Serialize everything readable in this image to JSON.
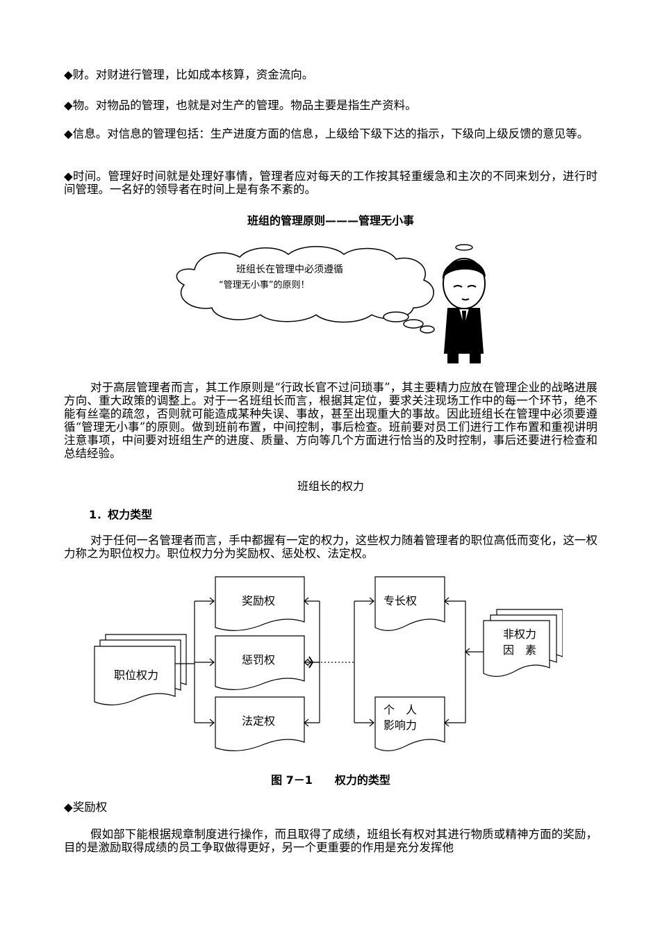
{
  "paragraphs": {
    "p1": "◆财。对财进行管理，比如成本核算，资金流向。",
    "p2": "◆物。对物品的管理，也就是对生产的管理。物品主要是指生产资料。",
    "p3": "◆信息。对信息的管理包括：生产进度方面的信息，上级给下级下达的指示，下级向上级反馈的意见等。",
    "p4": "◆时间。管理好时间就是处理好事情，管理者应对每天的工作按其轻重缓急和主次的不同来划分，进行时间管理。一名好的领导者在时间上是有条不紊的。",
    "p5": "对于高层管理者而言，其工作原则是“行政长官不过问琐事”，其主要精力应放在管理企业的战略进展方向、重大政策的调整上。对于一名班组长而言，根据其定位，要求关注现场工作中的每一个环节，绝不能有丝毫的疏忽，否则就可能造成某种失误、事故，甚至出现重大的事故。因此班组长在管理中必须要遵循“管理无小事”的原则。做到班前布置，中间控制，事后检查。班前要对员工们进行工作布置和重视讲明注意事项，中间要对班组生产的进度、质量、方向等几个方面进行恰当的及时控制，事后还要进行检查和总结经验。",
    "p6": "对于任何一名管理者而言，手中都握有一定的权力，这些权力随着管理者的职位高低而变化，这一权力称之为职位权力。职位权力分为奖励权、惩处权、法定权。",
    "p7": "◆奖励权",
    "p8": "假如部下能根据规章制度进行操作，而且取得了成绩，班组长有权对其进行物质或精神方面的奖励，目的是激励取得成绩的员工争取做得更好，另一个更重要的作用是充分发挥他"
  },
  "headings": {
    "h1": "班组的管理原则———管理无小事",
    "h2": "班组长的权力",
    "h3": "1．权力类型"
  },
  "cartoon": {
    "line1": "班组长在管理中必须遵循",
    "line2": "“管理无小事”的原则！"
  },
  "diagram": {
    "position_power": "职位权力",
    "reward": "奖励权",
    "punish": "惩罚权",
    "legal": "法定权",
    "expert": "专长权",
    "personal_1": "个　人",
    "personal_2": "影响力",
    "nonpower_1": "非权力",
    "nonpower_2": "因　素",
    "caption": "图 7－1　　权力的类型"
  }
}
